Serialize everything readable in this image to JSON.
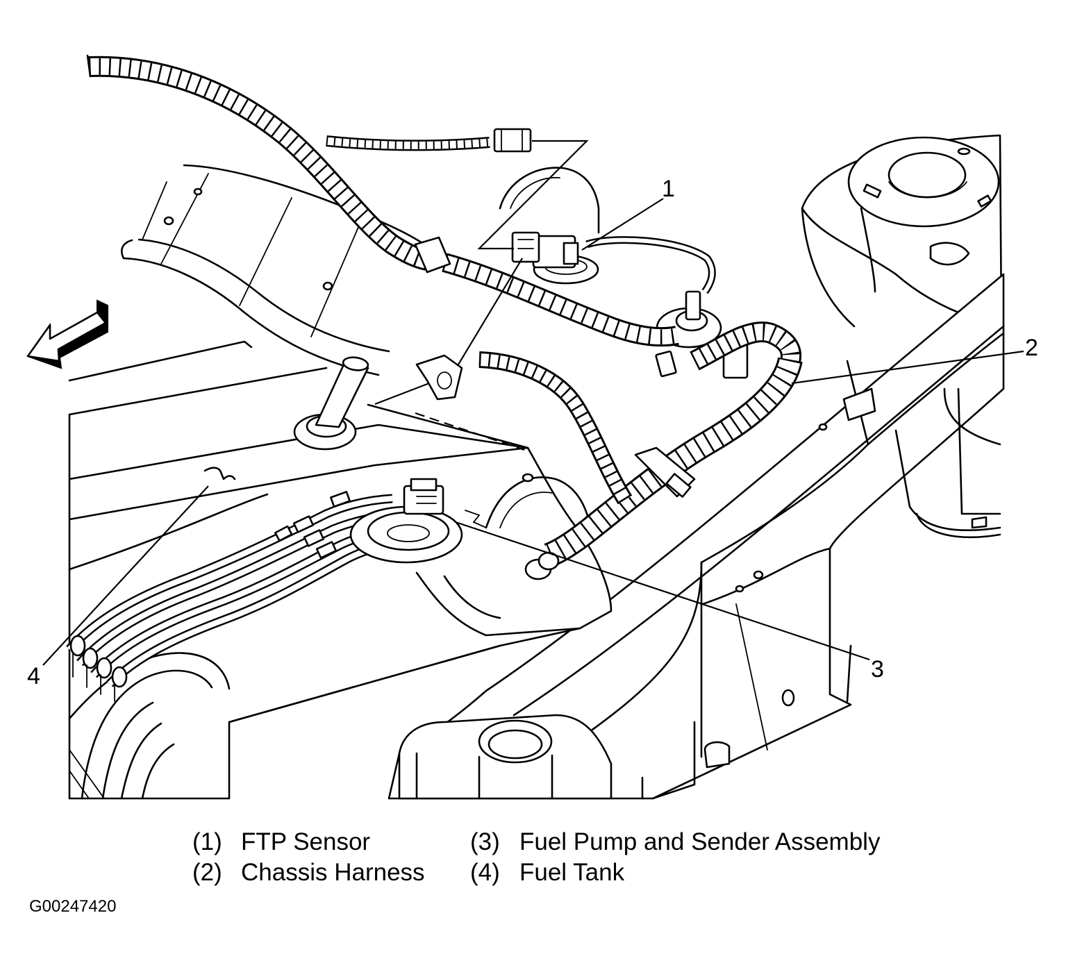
{
  "callouts": {
    "c1": "1",
    "c2": "2",
    "c3": "3",
    "c4": "4"
  },
  "legend": [
    {
      "num": "(1)",
      "label": "FTP Sensor"
    },
    {
      "num": "(2)",
      "label": "Chassis Harness"
    },
    {
      "num": "(3)",
      "label": "Fuel Pump and Sender Assembly"
    },
    {
      "num": "(4)",
      "label": "Fuel Tank"
    }
  ],
  "figure_id": "G00247420",
  "icons": {
    "direction": "front-direction-arrow-icon"
  },
  "colors": {
    "ink": "#000000",
    "paper": "#ffffff"
  }
}
